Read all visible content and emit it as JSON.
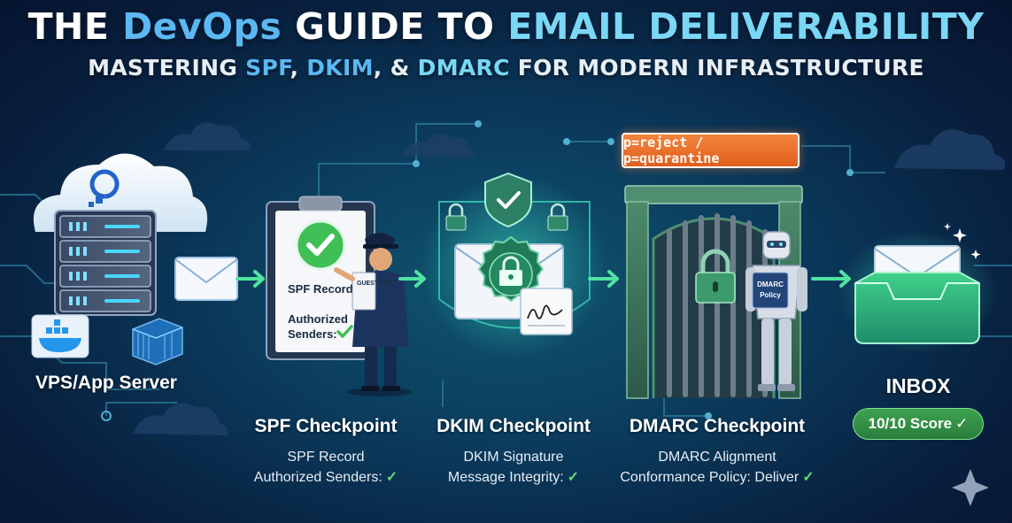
{
  "title": {
    "part1": "THE ",
    "part2": "DevOps",
    "part3": " GUIDE TO ",
    "part4": "EMAIL DELIVERABILITY"
  },
  "subtitle": {
    "part1": "MASTERING ",
    "part2": "SPF",
    "part3": ", ",
    "part4": "DKIM",
    "part5": ", & ",
    "part6": "DMARC",
    "part7": " FOR MODERN INFRASTRUCTURE"
  },
  "server": {
    "label": "VPS/App Server"
  },
  "spf": {
    "label": "SPF Checkpoint",
    "line1": "SPF Record",
    "line2": "Authorized Senders:",
    "clipboard_line1": "SPF Record",
    "clipboard_line2": "Authorized",
    "clipboard_line3": "Senders:",
    "guest_list": "GUEST LIST"
  },
  "dkim": {
    "label": "DKIM Checkpoint",
    "line1": "DKIM Signature",
    "line2": "Message Integrity:"
  },
  "dmarc": {
    "label": "DMARC Checkpoint",
    "line1": "DMARC Alignment",
    "line2": "Conformance Policy: Deliver",
    "policy": "p=reject / p=quarantine",
    "robot_badge_line1": "DMARC",
    "robot_badge_line2": "Policy"
  },
  "inbox": {
    "label": "INBOX",
    "score": "10/10 Score"
  },
  "check_symbol": "✓",
  "colors": {
    "accent_blue": "#5bb8f2",
    "accent_cyan": "#7ad7f5",
    "green_check": "#5fdc74",
    "policy_orange": "#e8702a",
    "gate_green": "#3f7a5c",
    "background_dark": "#081f3d"
  },
  "icons": [
    "cloud-icon",
    "digitalocean-icon",
    "server-rack-icon",
    "docker-icon",
    "container-icon",
    "envelope-icon",
    "arrow-right-icon",
    "clipboard-icon",
    "check-circle-icon",
    "security-guard-icon",
    "shield-check-icon",
    "padlock-icon",
    "wax-seal-icon",
    "signature-icon",
    "gate-icon",
    "robot-icon",
    "inbox-tray-icon",
    "sparkle-icon"
  ]
}
